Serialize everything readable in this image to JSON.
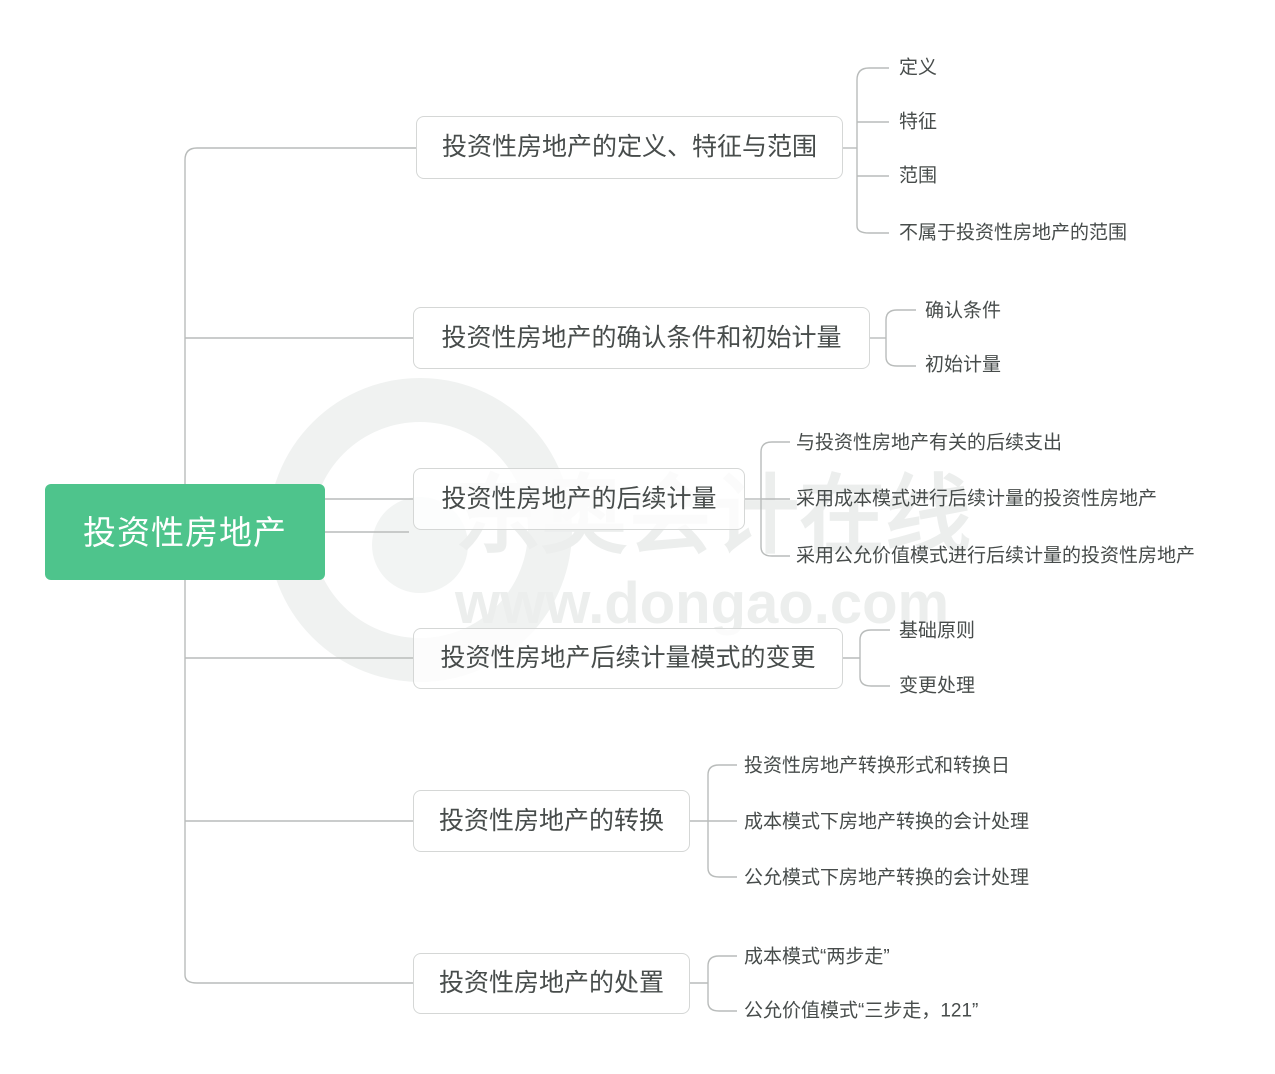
{
  "diagram": {
    "type": "mindmap",
    "title": "投资性房地产",
    "colors": {
      "root_bg": "#4ec48c",
      "root_text": "#ffffff",
      "node_border": "#d5d7d6",
      "node_text": "#474c4b",
      "connector": "#b9bcbb",
      "background": "#ffffff",
      "watermark": "#eceeed"
    },
    "watermark": {
      "brand": "东奥会计在线",
      "url": "www.dongao.com"
    }
  },
  "root": {
    "label": "投资性房地产"
  },
  "branches": [
    {
      "label": "投资性房地产的定义、特征与范围",
      "leaves": [
        {
          "label": "定义"
        },
        {
          "label": "特征"
        },
        {
          "label": "范围"
        },
        {
          "label": "不属于投资性房地产的范围"
        }
      ]
    },
    {
      "label": "投资性房地产的确认条件和初始计量",
      "leaves": [
        {
          "label": "确认条件"
        },
        {
          "label": "初始计量"
        }
      ]
    },
    {
      "label": "投资性房地产的后续计量",
      "leaves": [
        {
          "label": "与投资性房地产有关的后续支出"
        },
        {
          "label": "采用成本模式进行后续计量的投资性房地产"
        },
        {
          "label": "采用公允价值模式进行后续计量的投资性房地产"
        }
      ]
    },
    {
      "label": "投资性房地产后续计量模式的变更",
      "leaves": [
        {
          "label": "基础原则"
        },
        {
          "label": "变更处理"
        }
      ]
    },
    {
      "label": "投资性房地产的转换",
      "leaves": [
        {
          "label": "投资性房地产转换形式和转换日"
        },
        {
          "label": "成本模式下房地产转换的会计处理"
        },
        {
          "label": "公允模式下房地产转换的会计处理"
        }
      ]
    },
    {
      "label": "投资性房地产的处置",
      "leaves": [
        {
          "label": "成本模式“两步走”"
        },
        {
          "label": "公允价值模式“三步走，121”"
        }
      ]
    }
  ]
}
